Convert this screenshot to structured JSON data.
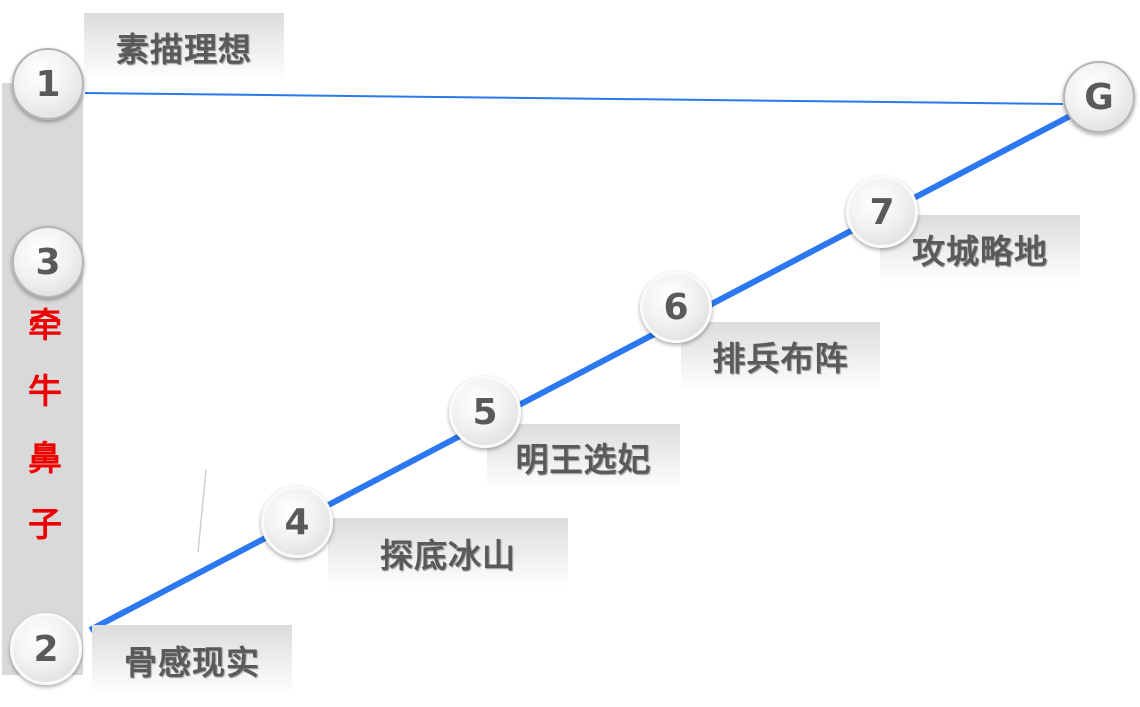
{
  "colors": {
    "line": "#2b78f0",
    "sidebar": "#d9d9d9",
    "text": "#5a5a5a",
    "accent_text": "#ee0000"
  },
  "nodes": {
    "n1": "1",
    "n2": "2",
    "n3": "3",
    "n4": "4",
    "n5": "5",
    "n6": "6",
    "n7": "7",
    "goal": "G"
  },
  "labels": {
    "l1": "素描理想",
    "l2": "骨感现实",
    "l4": "探底冰山",
    "l5": "明王选妃",
    "l6": "排兵布阵",
    "l7": "攻城略地"
  },
  "side_text": [
    "牵",
    "牛",
    "鼻",
    "子"
  ]
}
